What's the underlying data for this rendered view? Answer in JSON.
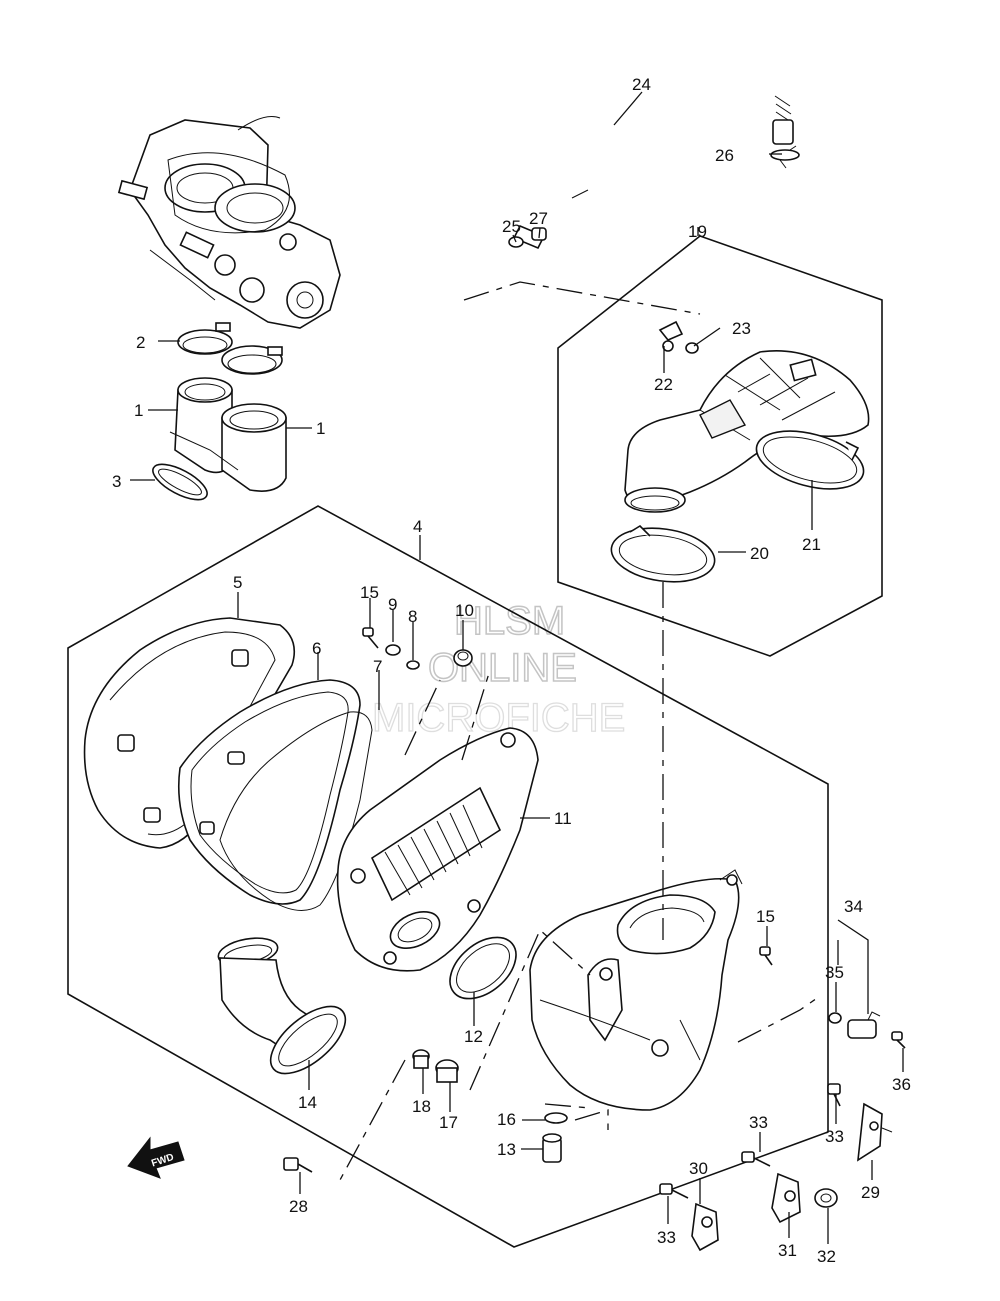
{
  "watermark": {
    "line1": "HLSM",
    "line2": "ONLINE",
    "line3": "MICROFICHE"
  },
  "fwd_label": "FWD",
  "callouts": {
    "c24": "24",
    "c26": "26",
    "c25": "25",
    "c27": "27",
    "c19": "19",
    "c23": "23",
    "c22": "22",
    "c2": "2",
    "c1a": "1",
    "c1b": "1",
    "c3": "3",
    "c4": "4",
    "c5": "5",
    "c15a": "15",
    "c9": "9",
    "c8": "8",
    "c10": "10",
    "c6": "6",
    "c7": "7",
    "c20": "20",
    "c21": "21",
    "c11": "11",
    "c15b": "15",
    "c34": "34",
    "c35": "35",
    "c36": "36",
    "c12": "12",
    "c14": "14",
    "c18": "18",
    "c17": "17",
    "c16": "16",
    "c13": "13",
    "c33a": "33",
    "c33b": "33",
    "c29": "29",
    "c30": "30",
    "c28": "28",
    "c33c": "33",
    "c31": "31",
    "c32": "32"
  }
}
